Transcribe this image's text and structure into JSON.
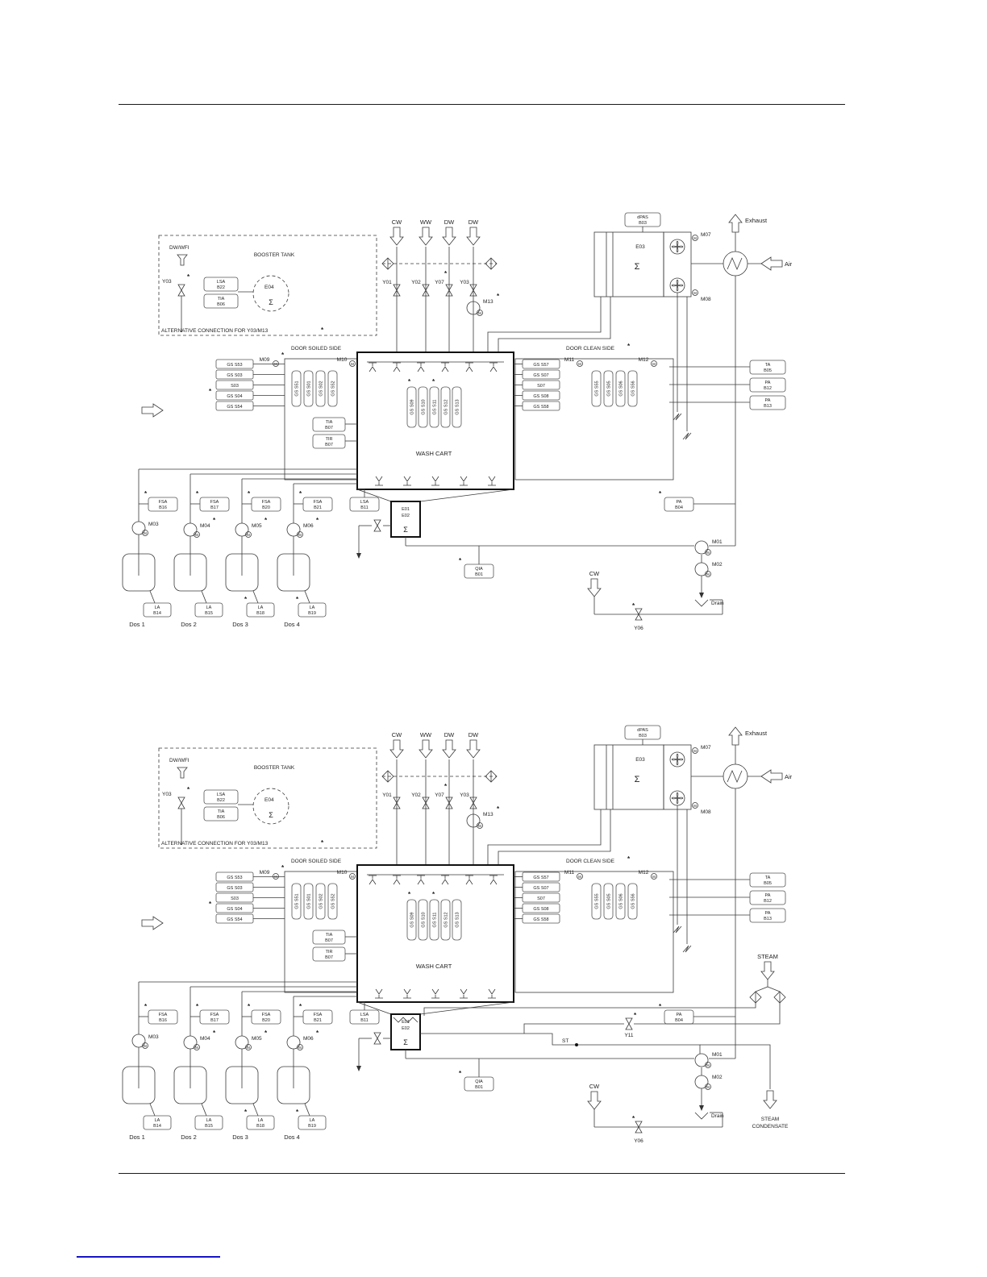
{
  "diagram": {
    "star": "*",
    "motor": "M",
    "booster": {
      "dwwfi": "DW/WFI",
      "title": "BOOSTER TANK",
      "y03": "Y03",
      "e04": "E04",
      "sigma": "Σ",
      "tag1_line1": "LSA",
      "tag1_line2": "B22",
      "tag2_line1": "TIA",
      "tag2_line2": "B06",
      "note": "ALTERNATIVE CONNECTION FOR Y03/M13"
    },
    "supply": {
      "cw": "CW",
      "ww": "WW",
      "dw1": "DW",
      "dw2": "DW",
      "y01": "Y01",
      "y02": "Y02",
      "y07": "Y07",
      "y03": "Y03",
      "m13": "M13"
    },
    "hx": {
      "dpas_line1": "dPAS",
      "dpas_line2": "B03",
      "e03": "E03",
      "sigma": "Σ",
      "m07": "M07",
      "m08": "M08",
      "exhaust": "Exhaust",
      "air": "Air"
    },
    "doors": {
      "soiled": "DOOR SOILED SIDE",
      "clean": "DOOR CLEAN SIDE",
      "m09": "M09",
      "m10": "M10",
      "m11": "M11",
      "m12": "M12"
    },
    "left_stack": [
      "GS S53",
      "GS S03",
      "S03",
      "GS S04",
      "GS S54"
    ],
    "left_inner": [
      "GS S51",
      "GS S01",
      "GS S02",
      "GS S52"
    ],
    "center_stack": [
      "GS S09",
      "GS S10",
      "GS S11",
      "GS S12",
      "GS S13"
    ],
    "clean_stack": [
      "GS S57",
      "GS S07",
      "S07",
      "GS S08",
      "GS S58"
    ],
    "right_inner": [
      "GS S55",
      "GS S05",
      "GS S06",
      "GS S56"
    ],
    "tia": {
      "line1": "TIA",
      "line2": "B07"
    },
    "tir": {
      "line1": "TIR",
      "line2": "B07"
    },
    "right_tags": [
      {
        "line1": "TA",
        "line2": "B05"
      },
      {
        "line1": "PA",
        "line2": "B12"
      },
      {
        "line1": "PA",
        "line2": "B13"
      }
    ],
    "wash_cart": "WASH CART",
    "sump": {
      "e01": "E01",
      "e02": "E02",
      "sigma": "Σ"
    },
    "dosing": {
      "fsa": [
        {
          "line1": "FSA",
          "line2": "B16"
        },
        {
          "line1": "FSA",
          "line2": "B17"
        },
        {
          "line1": "FSA",
          "line2": "B20"
        },
        {
          "line1": "FSA",
          "line2": "B21"
        }
      ],
      "lsa": {
        "line1": "LSA",
        "line2": "B11"
      },
      "pumps": [
        "M03",
        "M04",
        "M05",
        "M06"
      ],
      "la": [
        {
          "line1": "LA",
          "line2": "B14"
        },
        {
          "line1": "LA",
          "line2": "B15"
        },
        {
          "line1": "LA",
          "line2": "B18"
        },
        {
          "line1": "LA",
          "line2": "B19"
        }
      ],
      "dos": [
        "Dos 1",
        "Dos 2",
        "Dos 3",
        "Dos 4"
      ]
    },
    "qia": {
      "line1": "QIA",
      "line2": "B01"
    },
    "pa04": {
      "line1": "PA",
      "line2": "B04"
    },
    "m01": "M01",
    "m02": "M02",
    "cw": "CW",
    "y06": "Y06",
    "drain": "Drain"
  },
  "steam": {
    "label": "STEAM",
    "y11": "Y11",
    "st": "ST",
    "cond_line1": "STEAM",
    "cond_line2": "CONDENSATE"
  }
}
